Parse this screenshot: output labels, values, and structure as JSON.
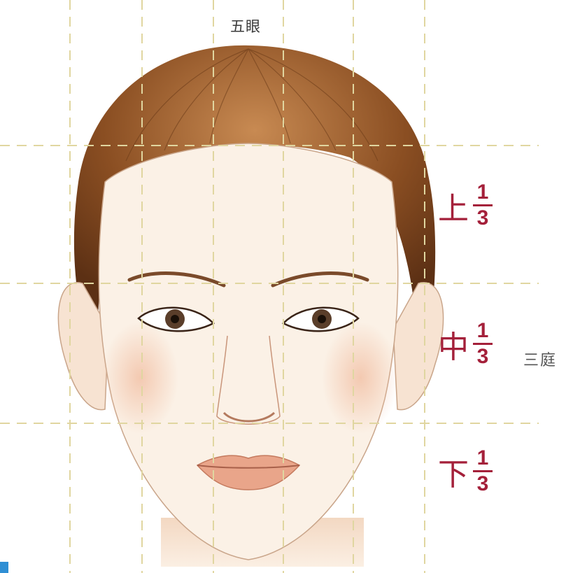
{
  "diagram": {
    "five_eyes_label": "五眼",
    "three_courts_label": "三庭",
    "thirds": [
      {
        "char": "上",
        "numerator": "1",
        "denominator": "3"
      },
      {
        "char": "中",
        "numerator": "1",
        "denominator": "3"
      },
      {
        "char": "下",
        "numerator": "1",
        "denominator": "3"
      }
    ]
  },
  "colors": {
    "guide_line": "#e0d6a0",
    "label_red": "#a4203a",
    "hair": "#8a4e22",
    "skin": "#fbf1e6",
    "accent_corner": "#2f8fd4"
  }
}
